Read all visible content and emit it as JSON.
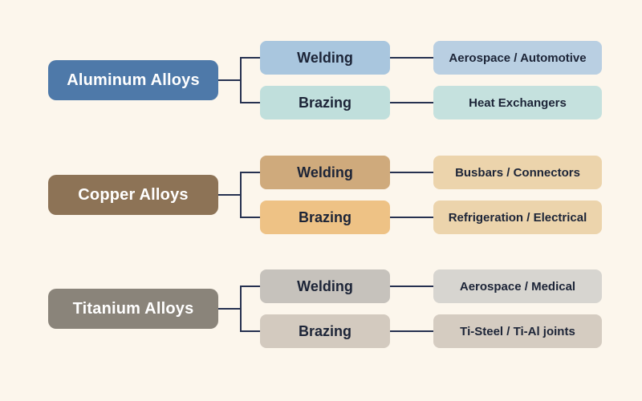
{
  "page": {
    "background": "#fcf6ec",
    "line_color": "#263150",
    "text_dark": "#1c2437"
  },
  "sections": [
    {
      "root": {
        "label": "Aluminum Alloys",
        "bg": "#4e79a9",
        "text_color": "#ffffff"
      },
      "branches": [
        {
          "process": {
            "label": "Welding",
            "bg": "#a9c6de"
          },
          "application": {
            "label": "Aerospace / Automotive",
            "bg": "#b9cfe2"
          }
        },
        {
          "process": {
            "label": "Brazing",
            "bg": "#c0dfdc"
          },
          "application": {
            "label": "Heat Exchangers",
            "bg": "#c5e1de"
          }
        }
      ]
    },
    {
      "root": {
        "label": "Copper Alloys",
        "bg": "#8d7356",
        "text_color": "#ffffff"
      },
      "branches": [
        {
          "process": {
            "label": "Welding",
            "bg": "#cfaa7c"
          },
          "application": {
            "label": "Busbars / Connectors",
            "bg": "#ecd4ac"
          }
        },
        {
          "process": {
            "label": "Brazing",
            "bg": "#eec285"
          },
          "application": {
            "label": "Refrigeration / Electrical",
            "bg": "#ecd4ac"
          }
        }
      ]
    },
    {
      "root": {
        "label": "Titanium Alloys",
        "bg": "#8a847a",
        "text_color": "#ffffff"
      },
      "branches": [
        {
          "process": {
            "label": "Welding",
            "bg": "#c6c2bc"
          },
          "application": {
            "label": "Aerospace / Medical",
            "bg": "#d7d5d0"
          }
        },
        {
          "process": {
            "label": "Brazing",
            "bg": "#d3cabf"
          },
          "application": {
            "label": "Ti-Steel / Ti-Al joints",
            "bg": "#d5ccc1"
          }
        }
      ]
    }
  ]
}
